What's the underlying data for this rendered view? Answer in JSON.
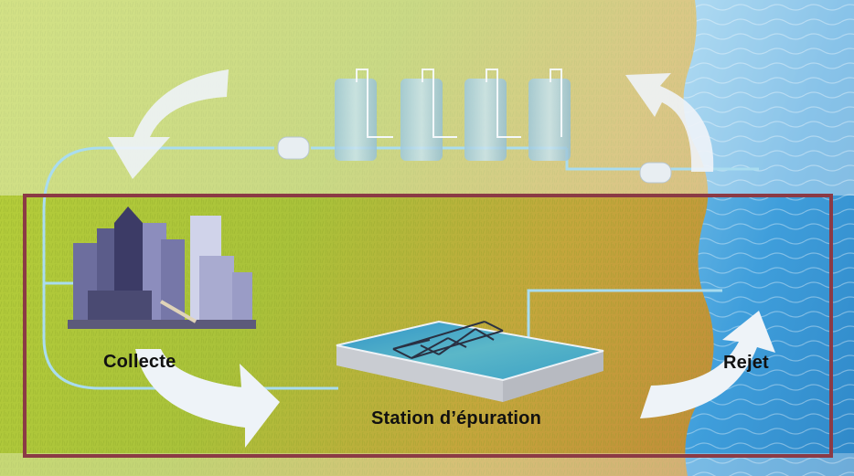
{
  "labels": {
    "collect": "Collecte",
    "station": "Station d’épuration",
    "discharge": "Rejet"
  },
  "colors": {
    "frame": "#8b3a45",
    "pipe": "#a9dcef",
    "arrow": "#eef3f8",
    "grass_light": "#b4cd3c",
    "grass_dark": "#c99b3b",
    "water": "#4aa6de"
  }
}
